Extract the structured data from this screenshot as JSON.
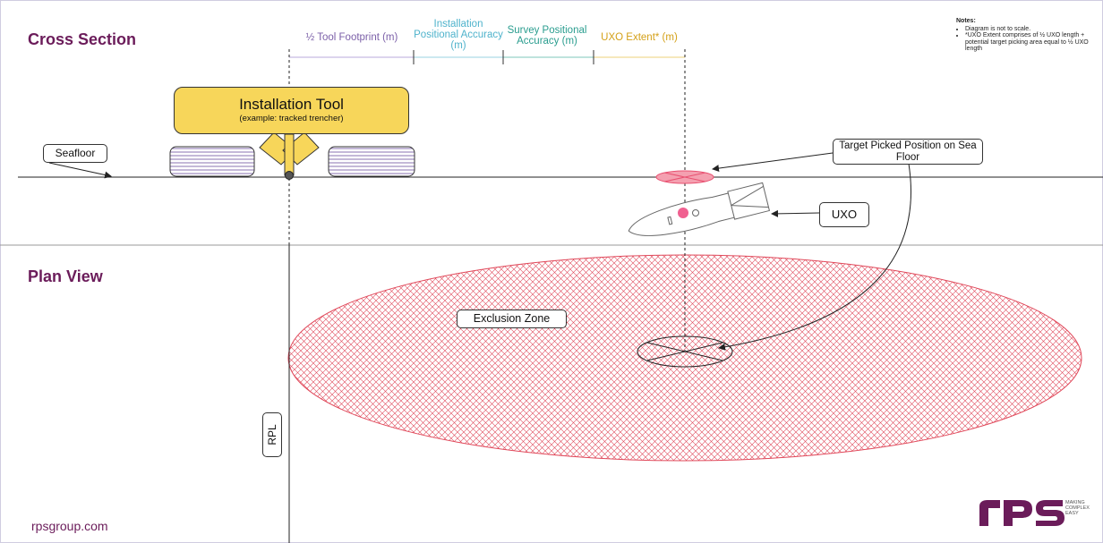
{
  "sections": {
    "cross_section": "Cross Section",
    "plan_view": "Plan View"
  },
  "segments": {
    "tool_footprint": "½ Tool Footprint (m)",
    "installation_accuracy": "Installation Positional Accuracy (m)",
    "survey_accuracy": "Survey Positional Accuracy (m)",
    "uxo_extent": "UXO Extent* (m)"
  },
  "installation_tool": {
    "title": "Installation Tool",
    "subtitle": "(example: tracked trencher)"
  },
  "labels": {
    "seafloor": "Seafloor",
    "target_picked": "Target  Picked Position on Sea Floor",
    "uxo": "UXO",
    "exclusion_zone": "Exclusion Zone",
    "rpl": "RPL"
  },
  "notes": {
    "heading": "Notes:",
    "items": [
      "Diagram is not to scale.",
      "*UXO Extent comprises of ½ UXO length + potential target picking area equal to ½ UXO length"
    ]
  },
  "footer": {
    "website": "rpsgroup.com",
    "logo": "rps",
    "tagline": "MAKING COMPLEX EASY"
  },
  "colors": {
    "title": "#6b1c5a",
    "tool_footprint": "#7b5fa8",
    "installation_accuracy": "#4fb3cc",
    "survey_accuracy": "#2a9d8f",
    "uxo_extent": "#d4a017",
    "tool_fill": "#f7d65a",
    "hatch": "#e0485a",
    "target": "#e85070"
  }
}
